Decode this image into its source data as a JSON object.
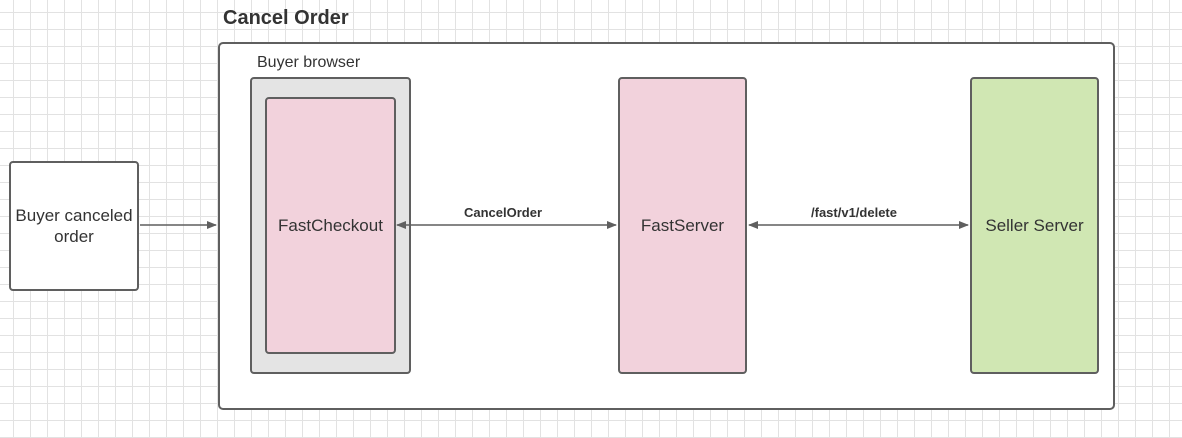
{
  "diagram": {
    "title": "Cancel Order",
    "group_label": "Buyer browser",
    "nodes": {
      "buyer": "Buyer canceled order",
      "fast_checkout": "FastCheckout",
      "fast_server": "FastServer",
      "seller_server": "Seller Server"
    },
    "edges": {
      "buyer_to_frame": "",
      "checkout_server": "CancelOrder",
      "server_seller": "/fast/v1/delete"
    },
    "colors": {
      "border": "#5f5f5f",
      "pink_fill": "#f2d2dc",
      "green_fill": "#d0e7b3",
      "gray_fill": "#e4e4e4"
    }
  }
}
